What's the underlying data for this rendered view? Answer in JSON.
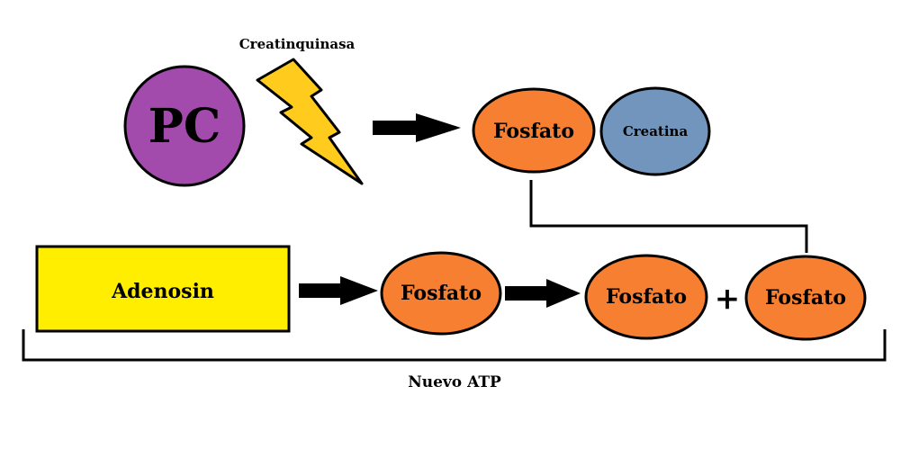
{
  "enzyme": {
    "label": "Creatinquinasa"
  },
  "pc": {
    "label": "PC",
    "color": "#a34bad"
  },
  "creatina": {
    "label": "Creatina",
    "color": "#7195bd"
  },
  "phosphates": {
    "top": "Fosfato",
    "first": "Fosfato",
    "second": "Fosfato",
    "third": "Fosfato",
    "color": "#f77f31"
  },
  "adenosin": {
    "label": "Adenosin",
    "color": "#ffee00"
  },
  "plus": {
    "label": "+"
  },
  "bracket": {
    "label": "Nuevo ATP"
  },
  "colors": {
    "bolt": "#ffcc1e",
    "outline": "#000000"
  }
}
